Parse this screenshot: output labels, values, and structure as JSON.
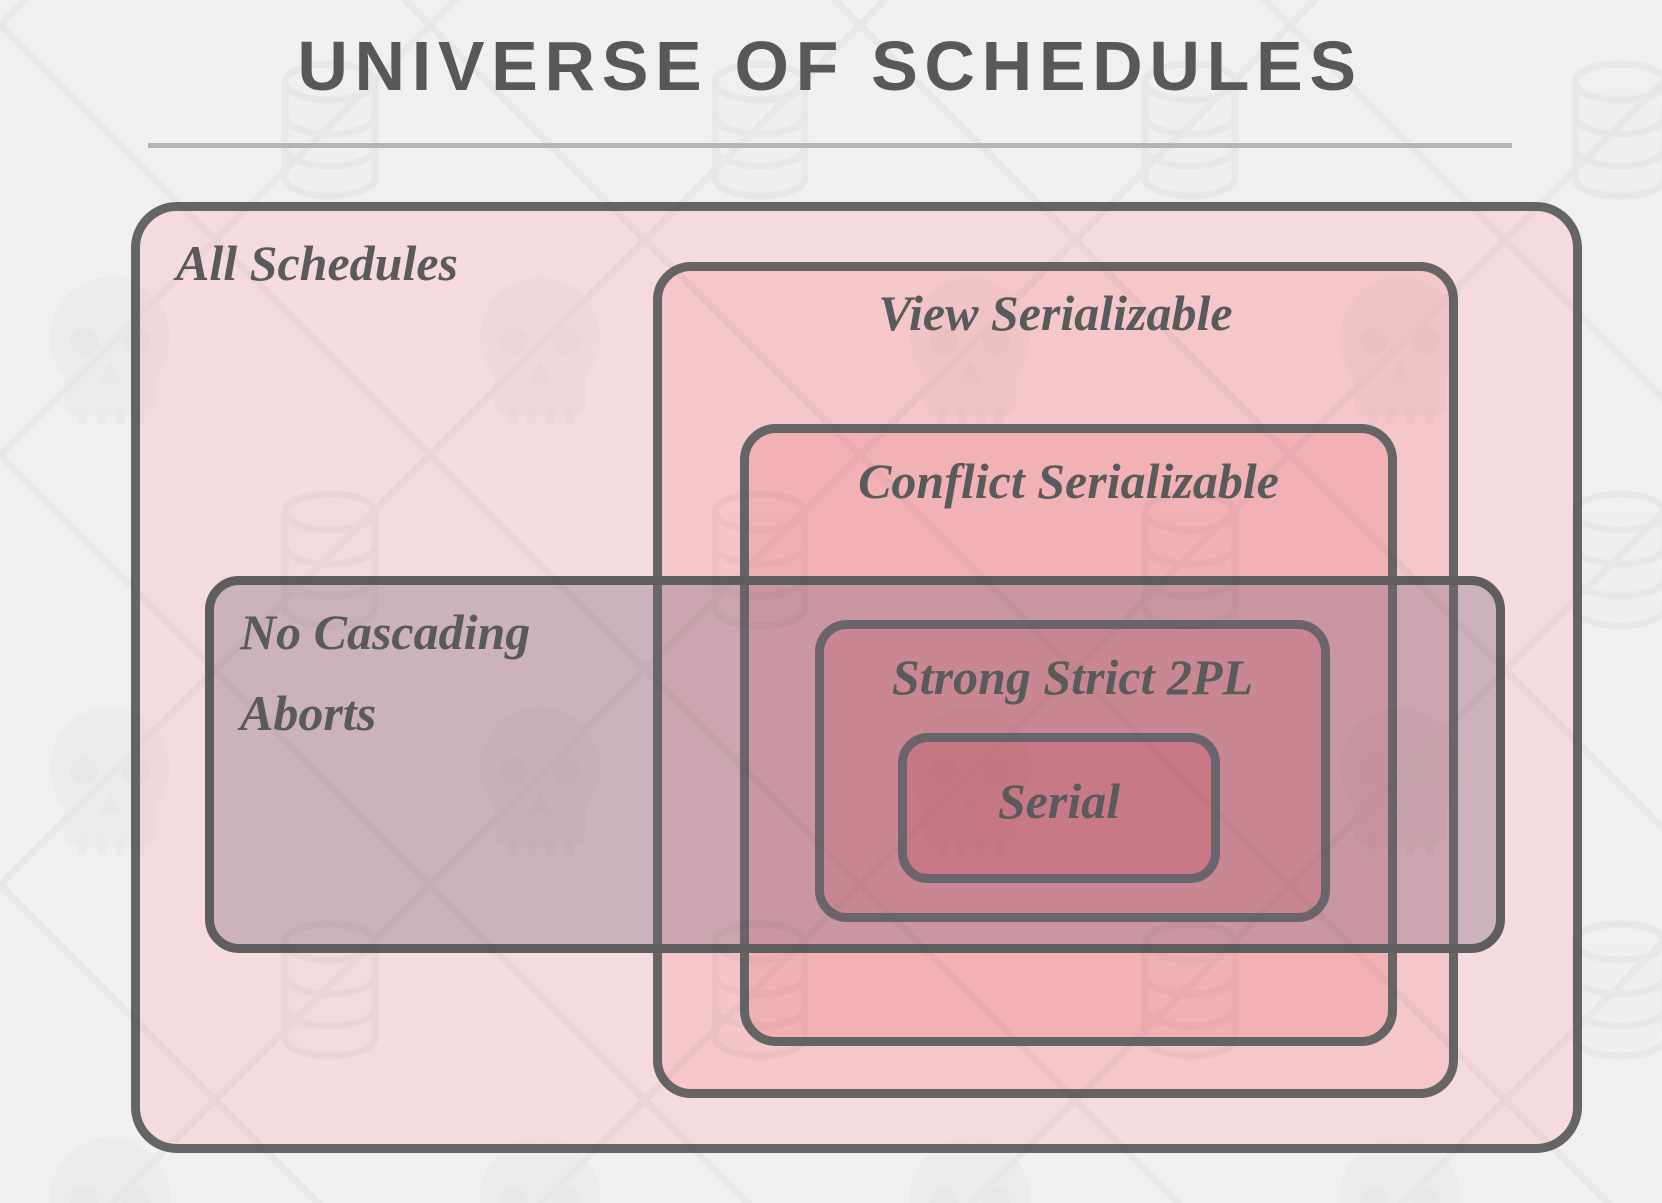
{
  "header": {
    "title": "UNIVERSE OF SCHEDULES",
    "title_color": "#57585a",
    "rule_color": "#b5b5b5"
  },
  "background": {
    "color": "#f1f0ef",
    "watermark_icons": [
      "skull-icon",
      "database-icon",
      "diagonal-cross-lines"
    ]
  },
  "diagram": {
    "type": "euler-diagram",
    "outline_color": "#656565",
    "label_color": "#595a5b",
    "sets": [
      {
        "name": "all-schedules",
        "label": "All Schedules",
        "fill": "#f6dbde"
      },
      {
        "name": "view-serializable",
        "label": "View Serializable",
        "fill": "#f5c7ca"
      },
      {
        "name": "conflict-serializable",
        "label": "Conflict Serializable",
        "fill": "#f2b1b5"
      },
      {
        "name": "strong-strict-2pl",
        "label": "Strong Strict 2PL",
        "fill": "#f09aa0"
      },
      {
        "name": "serial",
        "label": "Serial",
        "fill": "#f2848b"
      },
      {
        "name": "no-cascading-aborts",
        "label": "No Cascading Aborts",
        "label_line1": "No Cascading",
        "label_line2": "Aborts",
        "fill": "rgba(122,99,122,0.34)"
      }
    ],
    "containment": [
      "Serial ⊂ Strong Strict 2PL ⊂ Conflict Serializable ⊂ View Serializable ⊂ All Schedules",
      "No Cascading Aborts overlaps all nested sets and All Schedules"
    ]
  }
}
